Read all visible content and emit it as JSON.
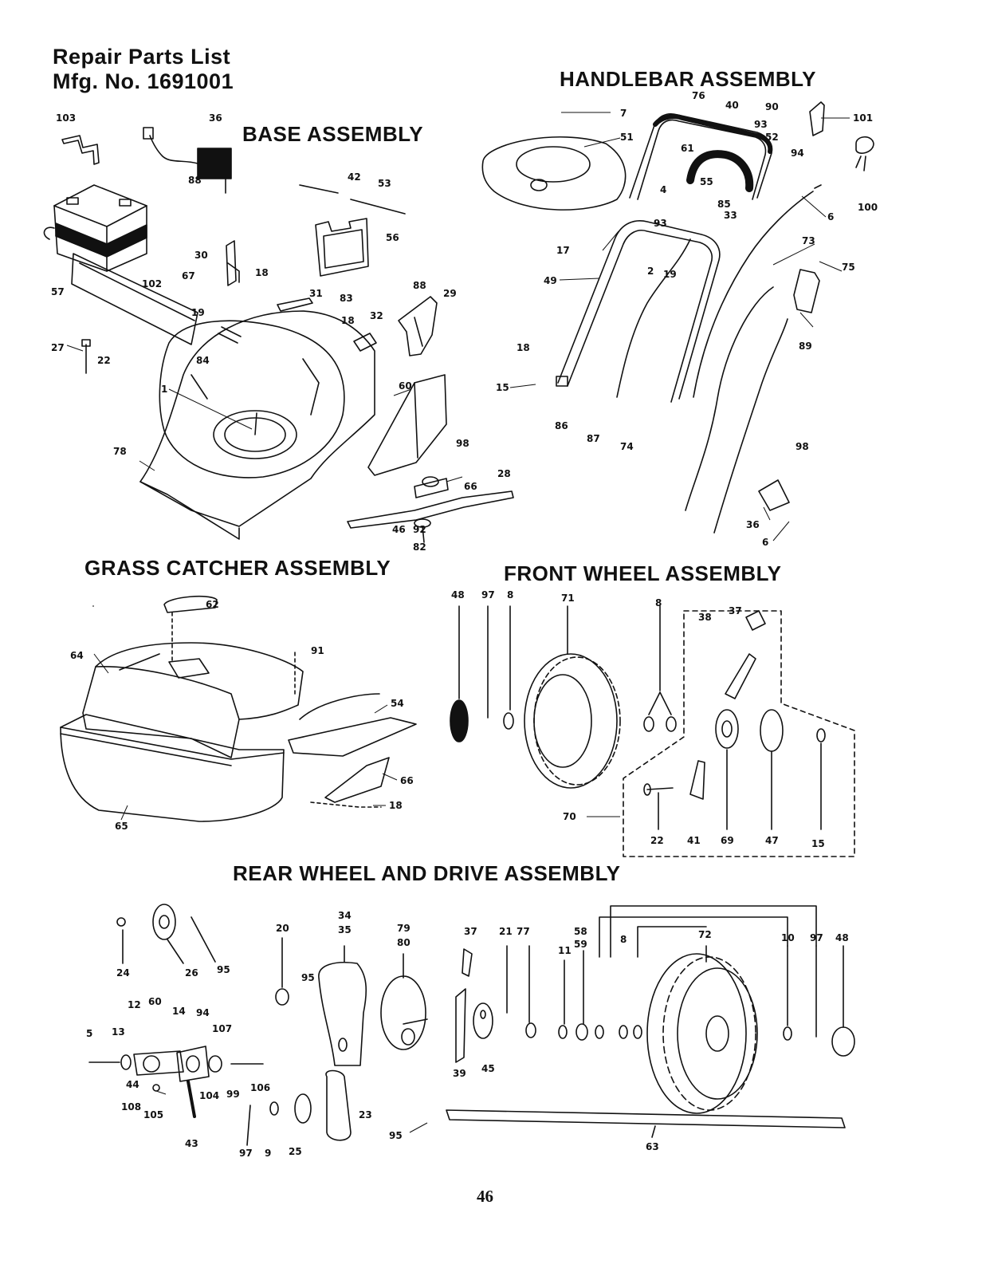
{
  "header": {
    "title_line1": "Repair Parts List",
    "title_line2": "Mfg. No. 1691001"
  },
  "sections": {
    "base": "BASE ASSEMBLY",
    "handlebar": "HANDLEBAR ASSEMBLY",
    "grass_catcher": "GRASS CATCHER ASSEMBLY",
    "front_wheel": "FRONT WHEEL ASSEMBLY",
    "rear_wheel": "REAR WHEEL AND DRIVE ASSEMBLY"
  },
  "page_number": "46",
  "callouts": [
    "103",
    "36",
    "88",
    "42",
    "53",
    "56",
    "30",
    "67",
    "18",
    "102",
    "57",
    "31",
    "83",
    "88",
    "29",
    "19",
    "18",
    "32",
    "27",
    "22",
    "84",
    "1",
    "60",
    "78",
    "98",
    "66",
    "28",
    "46",
    "92",
    "82",
    "7",
    "76",
    "40",
    "90",
    "101",
    "51",
    "93",
    "52",
    "61",
    "94",
    "4",
    "55",
    "85",
    "33",
    "100",
    "17",
    "93",
    "2",
    "19",
    "73",
    "75",
    "49",
    "6",
    "18",
    "15",
    "86",
    "87",
    "74",
    "89",
    "98",
    "36",
    "6",
    "62",
    "91",
    "64",
    "54",
    "66",
    "18",
    "65",
    "48",
    "97",
    "8",
    "71",
    "8",
    "37",
    "38",
    "70",
    "22",
    "41",
    "69",
    "47",
    "15",
    "24",
    "26",
    "95",
    "20",
    "34",
    "35",
    "79",
    "80",
    "37",
    "21",
    "77",
    "58",
    "59",
    "8",
    "72",
    "10",
    "97",
    "48",
    "11",
    "95",
    "39",
    "45",
    "12",
    "60",
    "14",
    "94",
    "107",
    "5",
    "13",
    "44",
    "108",
    "105",
    "43",
    "104",
    "99",
    "106",
    "97",
    "9",
    "25",
    "23",
    "95",
    "63"
  ]
}
